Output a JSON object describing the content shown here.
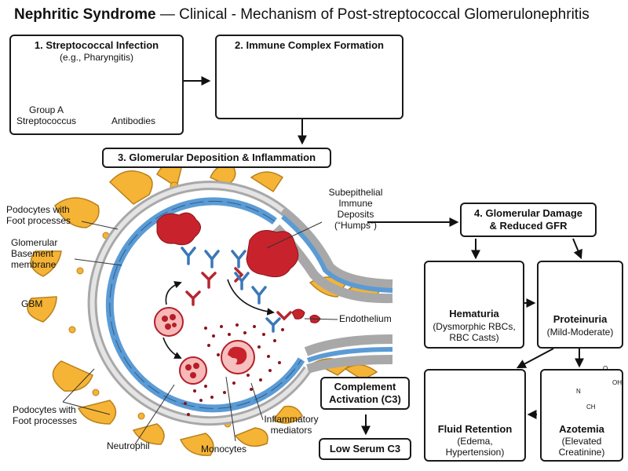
{
  "title": {
    "bold": "Nephritic Syndrome",
    "rest": " — Clinical - Mechanism of Post-streptococcal Glomerulonephritis"
  },
  "step1": {
    "title": "1. Streptococcal Infection",
    "subtitle": "(e.g., Pharyngitis)",
    "bacteria_label_1": "Group A",
    "bacteria_label_2": "Streptococcus",
    "antibodies_label": "Antibodies"
  },
  "step2": {
    "title": "2. Immune Complex Formation"
  },
  "step3": {
    "title": "3. Glomerular Deposition & Inflammation"
  },
  "labels": {
    "podocytes_top_1": "Podocytes with",
    "podocytes_top_2": "Foot processes",
    "gbm_1": "Glomerular",
    "gbm_2": "Basement",
    "gbm_3": "membrane",
    "gbm_short": "GBM",
    "podocytes_bottom_1": "Podocytes with",
    "podocytes_bottom_2": "Foot processes",
    "deposits_1": "Subepithelial",
    "deposits_2": "Immune",
    "deposits_3": "Deposits",
    "deposits_4": "(“Humps”)",
    "endothelium": "Endothelium",
    "neutrophil": "Neutrophil",
    "monocytes": "Monocytes",
    "inflammatory_1": "Inflammatory",
    "inflammatory_2": "mediators"
  },
  "complement": {
    "line1": "Complement",
    "line2": "Activation (C3)"
  },
  "low_c3": "Low Serum C3",
  "step4": {
    "line1": "4. Glomerular Damage",
    "line2": "& Reduced GFR"
  },
  "hematuria": {
    "title": "Hematuria",
    "line1": "(Dysmorphic RBCs,",
    "line2": "RBC Casts)"
  },
  "proteinuria": {
    "title": "Proteinuria",
    "line1": "(Mild-Moderate)"
  },
  "fluid": {
    "title": "Fluid Retention",
    "line1": "(Edema,",
    "line2": "Hypertension)"
  },
  "azotemia": {
    "title": "Azotemia",
    "line1": "(Elevated",
    "line2": "Creatinine)"
  },
  "molecule": {
    "atom_n": "N",
    "atom_o": "O",
    "atom_oh": "OH",
    "atom_ch": "CH"
  },
  "colors": {
    "podocyte": "#f5b435",
    "gbm": "#c8c8c8",
    "endothelial": "#5b9bd5",
    "deposit": "#c8232c",
    "rbc": "#c8232c",
    "antibody_red": "#b5262e",
    "antibody_blue": "#3a78b8",
    "bacteria": "#f0b030"
  }
}
